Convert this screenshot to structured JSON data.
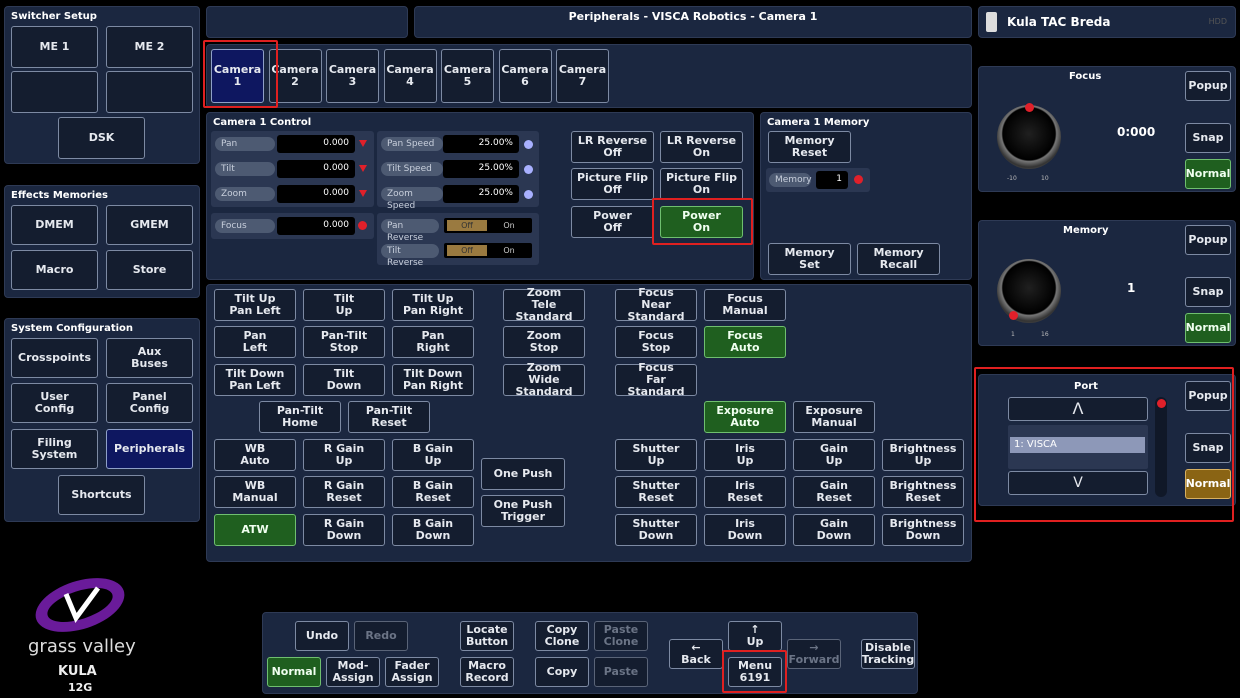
{
  "switcher_setup": {
    "title": "Switcher Setup",
    "me1": "ME 1",
    "me2": "ME 2",
    "dsk": "DSK"
  },
  "effects_memories": {
    "title": "Effects Memories",
    "dmem": "DMEM",
    "gmem": "GMEM",
    "macro": "Macro",
    "store": "Store"
  },
  "system_configuration": {
    "title": "System Configuration",
    "crosspoints": "Crosspoints",
    "aux_buses": "Aux\nBuses",
    "user_config": "User\nConfig",
    "panel_config": "Panel\nConfig",
    "filing_system": "Filing\nSystem",
    "peripherals": "Peripherals",
    "shortcuts": "Shortcuts"
  },
  "logo": {
    "brand": "grass valley",
    "product": "KULA",
    "variant": "12G"
  },
  "header": {
    "title": "Peripherals - VISCA Robotics - Camera 1",
    "device_name": "Kula TAC Breda",
    "device_status": "HDD"
  },
  "cameras": [
    "Camera\n1",
    "Camera\n2",
    "Camera\n3",
    "Camera\n4",
    "Camera\n5",
    "Camera\n6",
    "Camera\n7"
  ],
  "camera_control": {
    "title": "Camera 1 Control",
    "pan": {
      "label": "Pan",
      "value": "0.000"
    },
    "tilt": {
      "label": "Tilt",
      "value": "0.000"
    },
    "zoom": {
      "label": "Zoom",
      "value": "0.000"
    },
    "focus": {
      "label": "Focus",
      "value": "0.000"
    },
    "pan_speed": {
      "label": "Pan Speed",
      "value": "25.00%"
    },
    "tilt_speed": {
      "label": "Tilt Speed",
      "value": "25.00%"
    },
    "zoom_speed": {
      "label": "Zoom Speed",
      "value": "25.00%"
    },
    "pan_reverse": {
      "label": "Pan Reverse",
      "off": "Off",
      "on": "On"
    },
    "tilt_reverse": {
      "label": "Tilt Reverse",
      "off": "Off",
      "on": "On"
    }
  },
  "settings_buttons": {
    "lr_reverse_off": "LR Reverse\nOff",
    "lr_reverse_on": "LR Reverse\nOn",
    "picture_flip_off": "Picture Flip\nOff",
    "picture_flip_on": "Picture Flip\nOn",
    "power_off": "Power\nOff",
    "power_on": "Power\nOn"
  },
  "camera_memory": {
    "title": "Camera 1 Memory",
    "reset": "Memory\nReset",
    "memory_label": "Memory",
    "memory_value": "1",
    "set": "Memory\nSet",
    "recall": "Memory\nRecall"
  },
  "ptz": {
    "tilt_up_pan_left": "Tilt Up\nPan Left",
    "tilt_up": "Tilt\nUp",
    "tilt_up_pan_right": "Tilt Up\nPan Right",
    "pan_left": "Pan\nLeft",
    "pan_tilt_stop": "Pan-Tilt\nStop",
    "pan_right": "Pan\nRight",
    "tilt_down_pan_left": "Tilt Down\nPan Left",
    "tilt_down": "Tilt\nDown",
    "tilt_down_pan_right": "Tilt Down\nPan Right",
    "pan_tilt_home": "Pan-Tilt\nHome",
    "pan_tilt_reset": "Pan-Tilt\nReset"
  },
  "zoom_controls": {
    "tele": "Zoom\nTele Standard",
    "stop": "Zoom\nStop",
    "wide": "Zoom\nWide Standard"
  },
  "focus_controls": {
    "near": "Focus\nNear Standard",
    "manual": "Focus\nManual",
    "stop": "Focus\nStop",
    "auto": "Focus\nAuto",
    "far": "Focus\nFar Standard"
  },
  "exposure": {
    "auto": "Exposure\nAuto",
    "manual": "Exposure\nManual"
  },
  "wb": {
    "auto": "WB\nAuto",
    "manual": "WB\nManual",
    "atw": "ATW",
    "r_gain_up": "R Gain\nUp",
    "r_gain_reset": "R Gain\nReset",
    "r_gain_down": "R Gain\nDown",
    "b_gain_up": "B Gain\nUp",
    "b_gain_reset": "B Gain\nReset",
    "b_gain_down": "B Gain\nDown",
    "one_push": "One Push",
    "one_push_trigger": "One Push\nTrigger"
  },
  "image_adjust": {
    "shutter_up": "Shutter\nUp",
    "shutter_reset": "Shutter\nReset",
    "shutter_down": "Shutter\nDown",
    "iris_up": "Iris\nUp",
    "iris_reset": "Iris\nReset",
    "iris_down": "Iris\nDown",
    "gain_up": "Gain\nUp",
    "gain_reset": "Gain\nReset",
    "gain_down": "Gain\nDown",
    "brightness_up": "Brightness\nUp",
    "brightness_reset": "Brightness\nReset",
    "brightness_down": "Brightness\nDown"
  },
  "focus_panel": {
    "title": "Focus",
    "value": "0:000",
    "min": "-10",
    "max": "10",
    "popup": "Popup",
    "snap": "Snap",
    "normal": "Normal"
  },
  "memory_panel": {
    "title": "Memory",
    "value": "1",
    "min": "1",
    "max": "16",
    "popup": "Popup",
    "snap": "Snap",
    "normal": "Normal"
  },
  "port_panel": {
    "title": "Port",
    "up": "Λ",
    "down": "V",
    "selected": "1: VISCA",
    "popup": "Popup",
    "snap": "Snap",
    "normal": "Normal"
  },
  "bottom_bar": {
    "undo": "Undo",
    "redo": "Redo",
    "normal": "Normal",
    "mod_assign": "Mod-\nAssign",
    "fader_assign": "Fader\nAssign",
    "locate_button": "Locate\nButton",
    "macro_record": "Macro\nRecord",
    "copy_clone": "Copy\nClone",
    "paste_clone": "Paste\nClone",
    "copy": "Copy",
    "paste": "Paste",
    "back": "←\nBack",
    "up": "↑\nUp",
    "menu": "Menu\n6191",
    "forward": "→\nForward",
    "disable_tracking": "Disable\nTracking"
  }
}
